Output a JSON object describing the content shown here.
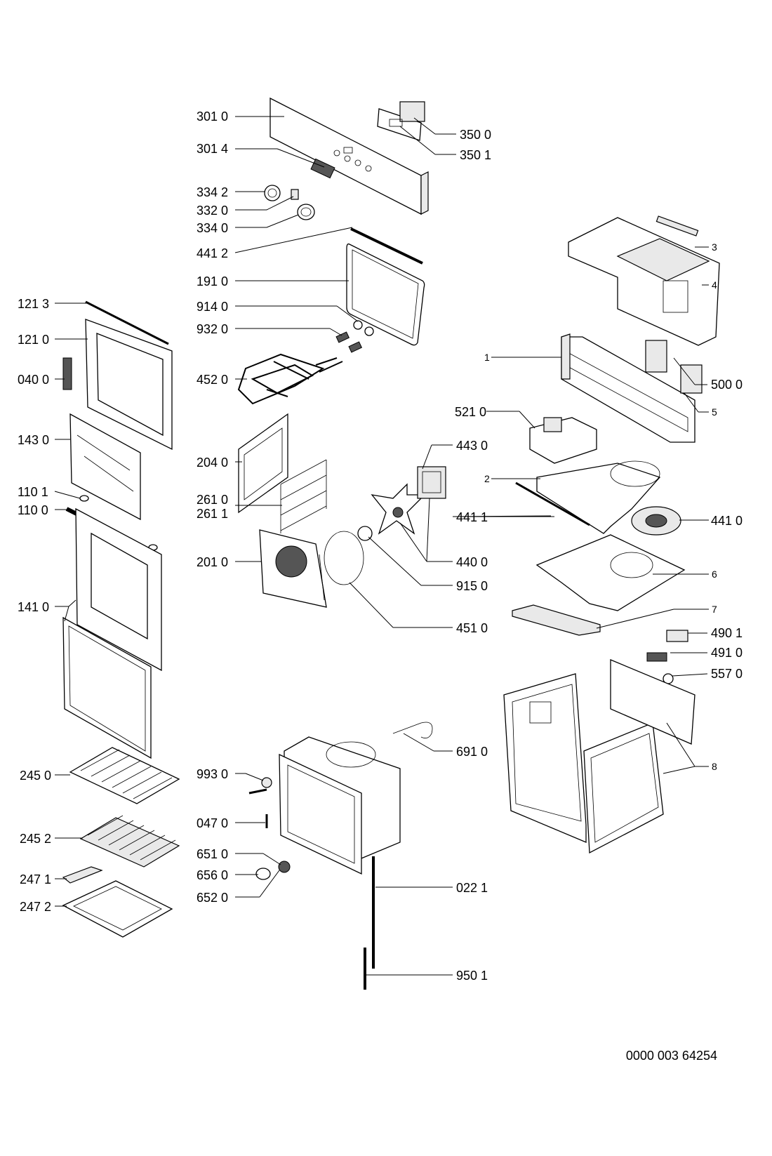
{
  "labels": {
    "l3010": "301 0",
    "l3014": "301 4",
    "l3500": "350 0",
    "l3501": "350 1",
    "l3342": "334 2",
    "l3320": "332 0",
    "l3340": "334 0",
    "l4412": "441 2",
    "l1910": "191 0",
    "l9140": "914 0",
    "l9320": "932 0",
    "l4520": "452 0",
    "l2040": "204 0",
    "l2610": "261 0",
    "l2611": "261 1",
    "l2010": "201 0",
    "l1213": "121 3",
    "l1210": "121 0",
    "l0400": "040 0",
    "l1430": "143 0",
    "l1101": "110 1",
    "l1100": "110 0",
    "l1410": "141 0",
    "l2450": "245 0",
    "l2452": "245 2",
    "l2471": "247 1",
    "l2472": "247 2",
    "l9930": "993 0",
    "l0470": "047 0",
    "l6510": "651 0",
    "l6560": "656 0",
    "l6520": "652 0",
    "l6910": "691 0",
    "l0221": "022 1",
    "l9501": "950 1",
    "l4430": "443 0",
    "l4411": "441 1",
    "l4400": "440 0",
    "l9150": "915 0",
    "l4510": "451 0",
    "l5210": "521 0",
    "l5000": "500 0",
    "l4410": "441 0",
    "l4901": "490 1",
    "l4910": "491 0",
    "l5570": "557 0",
    "n1": "1",
    "n2": "2",
    "n3": "3",
    "n4": "4",
    "n5": "5",
    "n6": "6",
    "n7": "7",
    "n8": "8"
  },
  "reference_code": "0000 003 64254"
}
